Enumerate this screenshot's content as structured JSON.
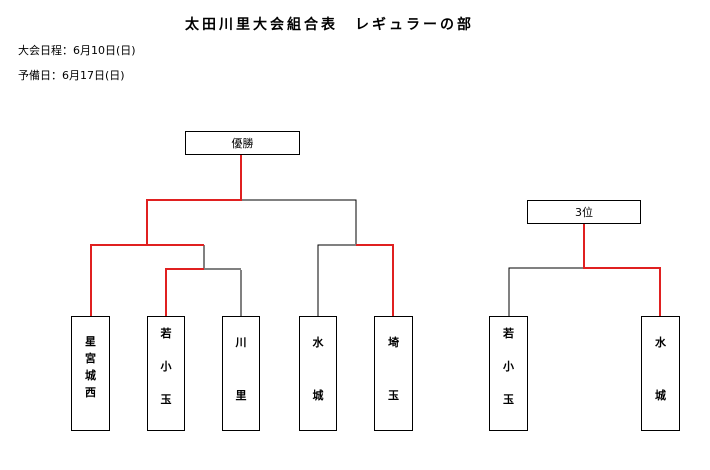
{
  "title": "太田川里大会組合表　レギュラーの部",
  "meta": {
    "tournament_date": "大会日程：6月10日(日)",
    "reserve_date": "予備日：6月17日(日)"
  },
  "labels": {
    "champion": "優勝",
    "third_place": "3位"
  },
  "teams": [
    {
      "chars": [
        "星",
        "宮",
        "城",
        "西"
      ]
    },
    {
      "chars": [
        "若",
        "小",
        "玉"
      ]
    },
    {
      "chars": [
        "川",
        "里"
      ]
    },
    {
      "chars": [
        "水",
        "城"
      ]
    },
    {
      "chars": [
        "埼",
        "玉"
      ]
    }
  ],
  "third_place_teams": [
    {
      "chars": [
        "若",
        "小",
        "玉"
      ]
    },
    {
      "chars": [
        "水",
        "城"
      ]
    }
  ],
  "colors": {
    "winner_line": "#e02020",
    "line": "#000000"
  }
}
